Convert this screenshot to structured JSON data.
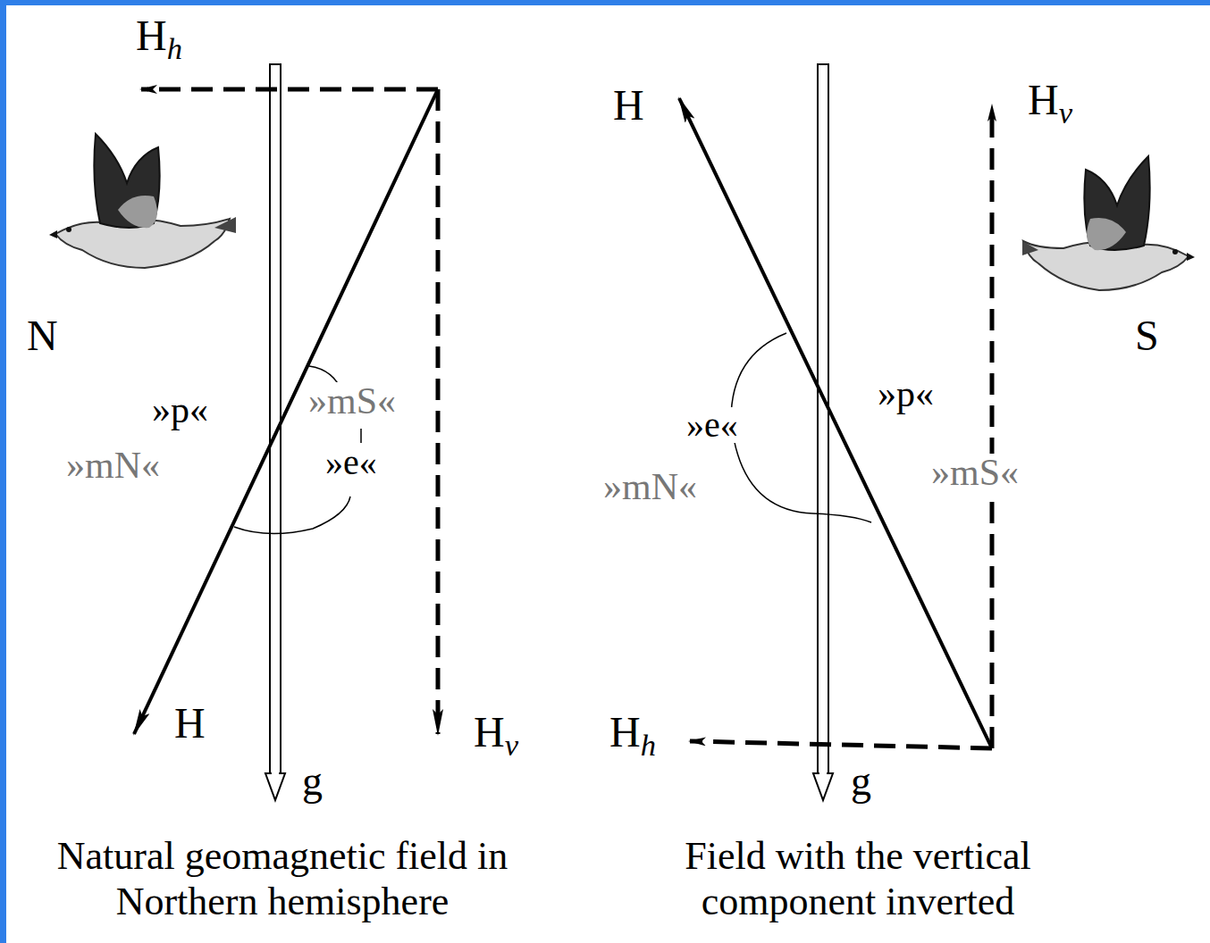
{
  "diagram": {
    "labels": [
      "Hh",
      "H",
      "Hv",
      "g",
      "N",
      "»p«",
      "»mN«",
      "»mS«",
      "»e«",
      "Natural geomagnetic field in Northern hemisphere",
      "H",
      "Hv",
      "Hh",
      "g",
      "S",
      "»p«",
      "»e«",
      "»mN«",
      "»mS«",
      "Field with the vertical component inverted"
    ]
  }
}
